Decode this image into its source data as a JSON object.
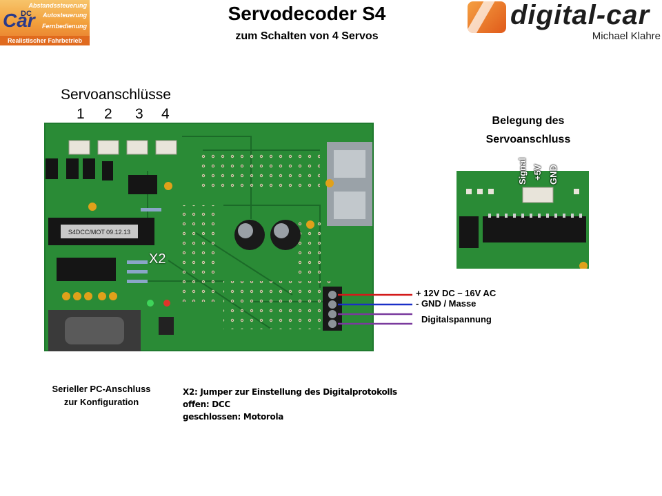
{
  "logo_left": {
    "lines": [
      "Abstandssteuerung",
      "Autosteuerung",
      "Fernbedienung"
    ],
    "brand": "Car",
    "dc": "DC",
    "bottom": "Realistischer Fahrbetrieb"
  },
  "header": {
    "title": "Servodecoder S4",
    "subtitle": "zum Schalten von 4 Servos"
  },
  "logo_right": {
    "brand": "digital-car",
    "owner": "Michael Klahre"
  },
  "servo_section": {
    "label": "Servoanschlüsse",
    "numbers": [
      "1",
      "2",
      "3",
      "4"
    ]
  },
  "board": {
    "chip_label": "S4DCC/MOT 09.12.13",
    "jumper": "X2"
  },
  "detail": {
    "heading_line1": "Belegung des",
    "heading_line2": "Servoanschluss",
    "pins": [
      "Signal",
      "+5V",
      "GND"
    ]
  },
  "wires": [
    {
      "label": "+ 12V DC – 16V AC",
      "color": "#d41a1a"
    },
    {
      "label": "- GND / Masse",
      "color": "#1a2fc8"
    },
    {
      "label": "Digitalspannung",
      "color": "#7a3a9e"
    }
  ],
  "serial": {
    "line1": "Serieller PC-Anschluss",
    "line2": "zur Konfiguration"
  },
  "jumper_note": {
    "line1": "X2: Jumper zur Einstellung des Digitalprotokolls",
    "line2": "offen: DCC",
    "line3": "geschlossen: Motorola"
  }
}
